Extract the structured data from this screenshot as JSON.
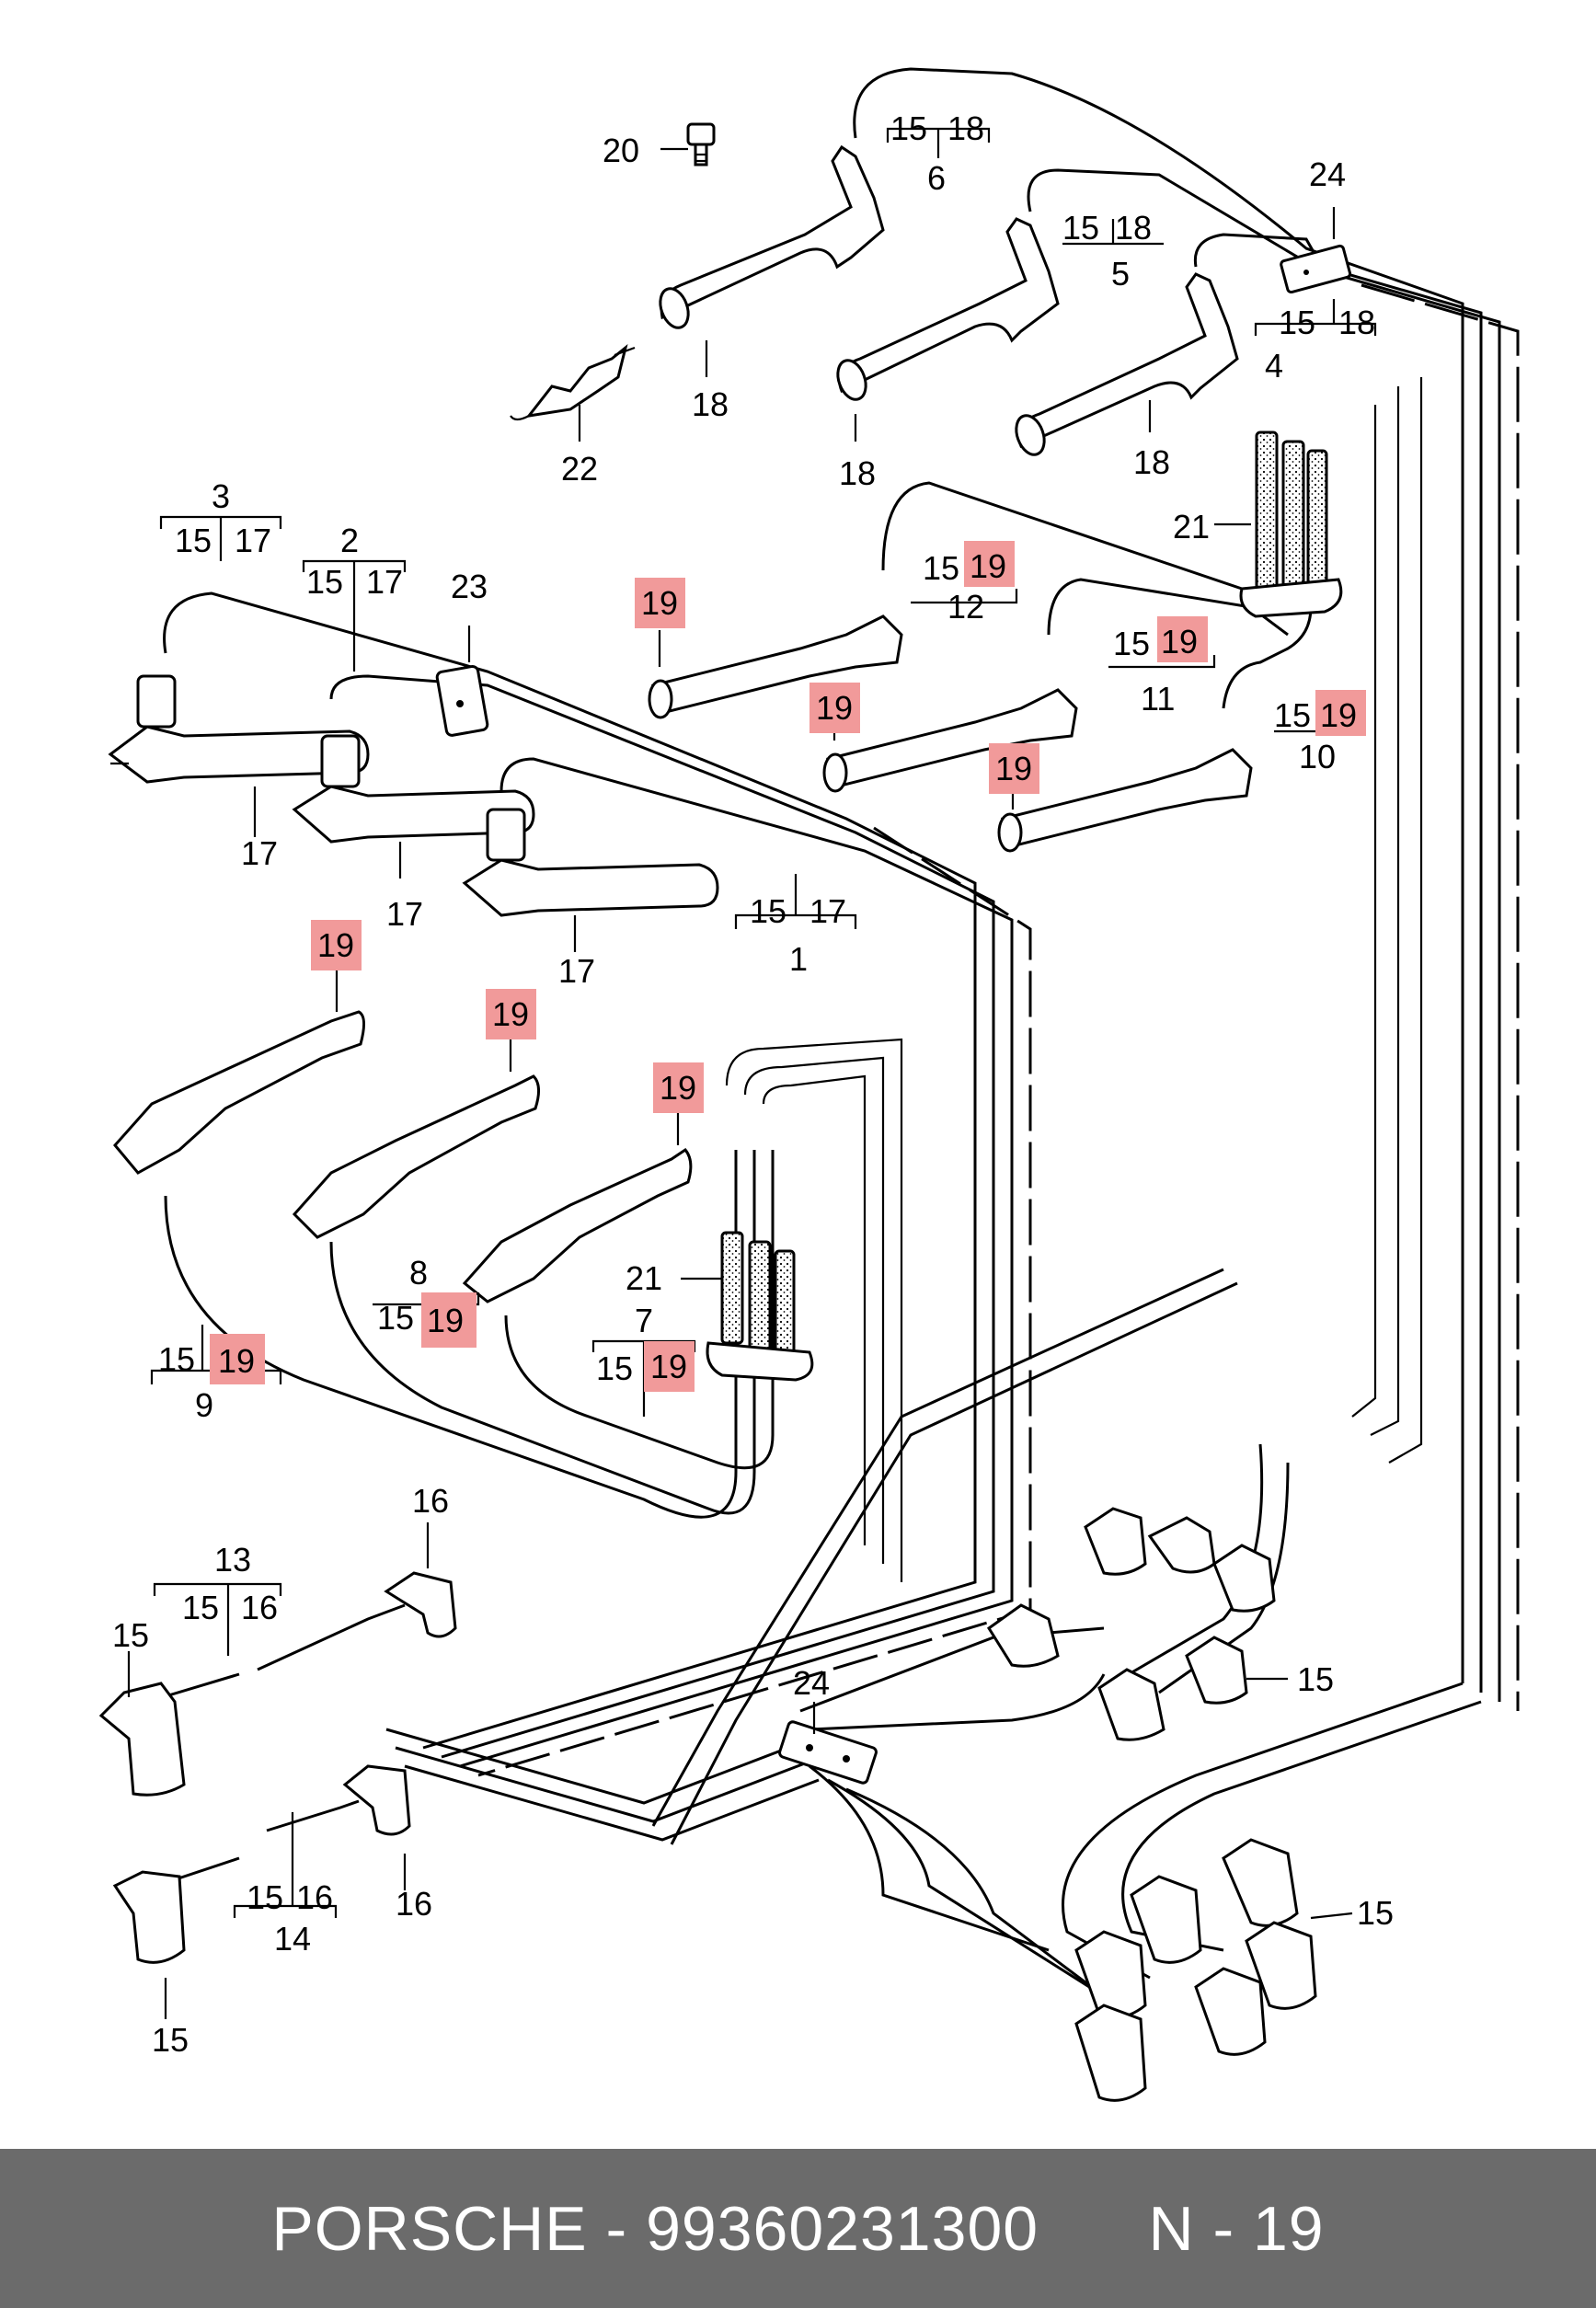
{
  "diagram": {
    "labels": {
      "l1": "1",
      "l2": "2",
      "l3": "3",
      "l4": "4",
      "l5": "5",
      "l6": "6",
      "l7": "7",
      "l8": "8",
      "l9": "9",
      "l10": "10",
      "l11": "11",
      "l12": "12",
      "l13": "13",
      "l14": "14",
      "l15": "15",
      "l16": "16",
      "l17": "17",
      "l18": "18",
      "l19": "19",
      "l20": "20",
      "l21": "21",
      "l22": "22",
      "l23": "23",
      "l24": "24"
    },
    "highlight_color": "#f19a9a"
  },
  "footer": {
    "brand": "PORSCHE",
    "separator": " - ",
    "part_number": "99360231300",
    "ref": "N - 19"
  }
}
